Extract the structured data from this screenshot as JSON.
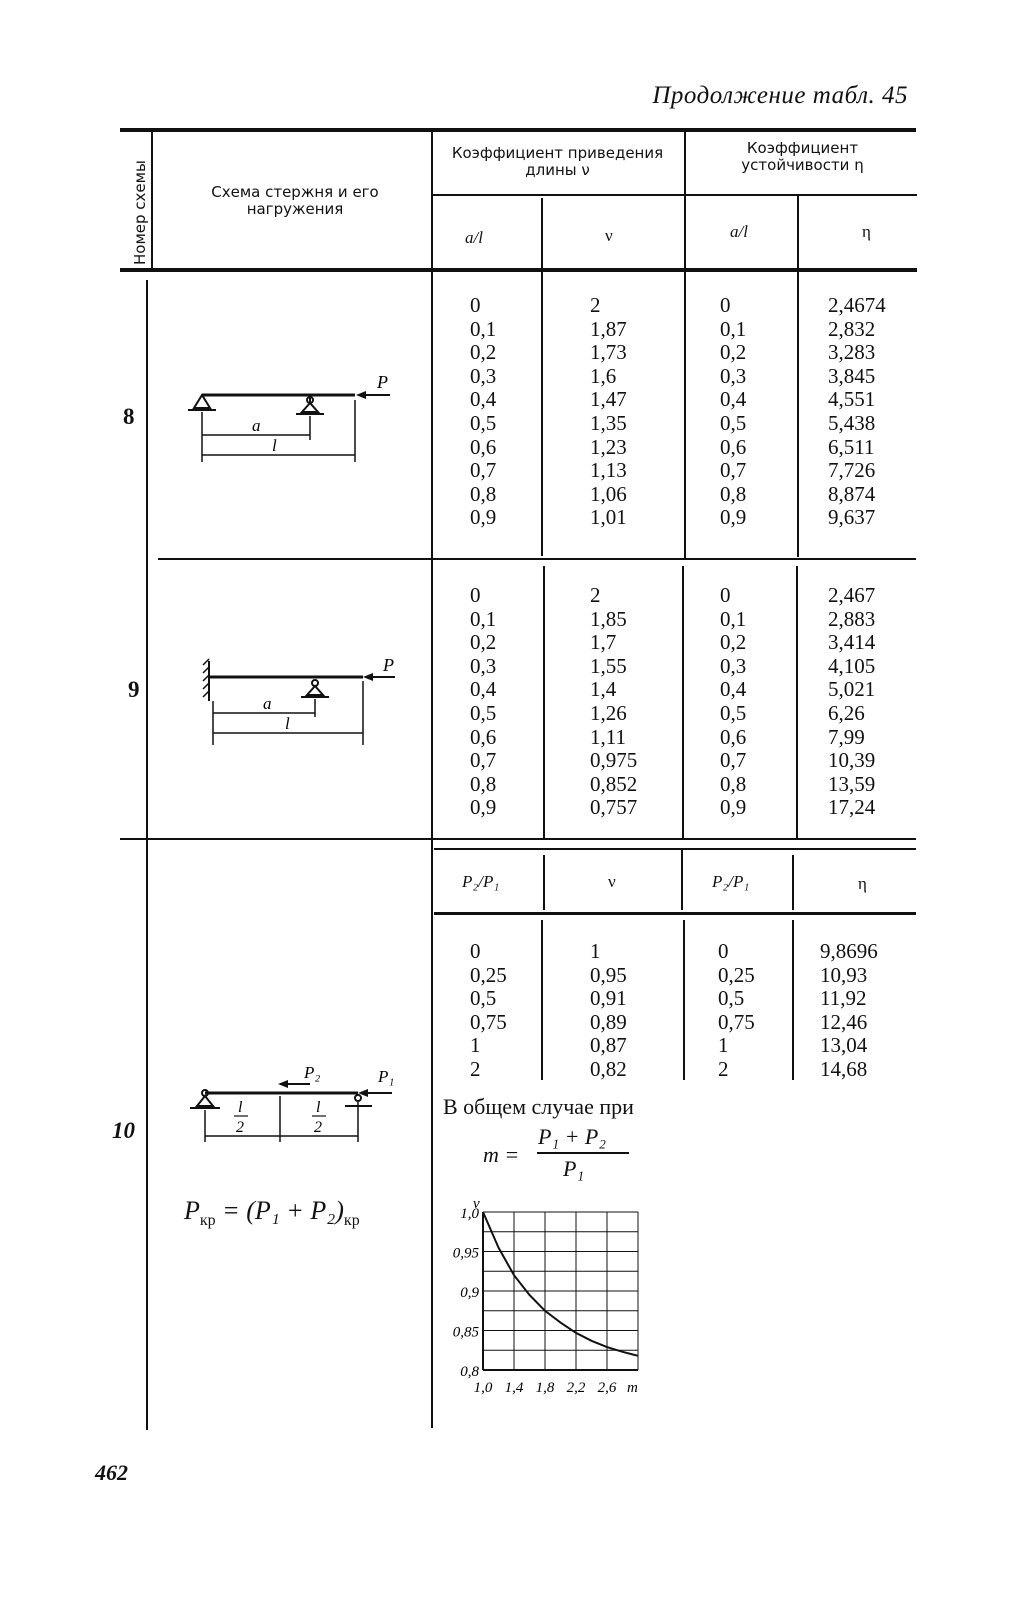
{
  "heading": "Продолжение табл. 45",
  "page_number": "462",
  "header": {
    "scheme_number": "Номер схемы",
    "scheme_desc": "Схема стержня и его нагружения",
    "length_coeff": "Коэффициент приведения длины ν",
    "stability_coeff": "Коэффициент устойчивости η",
    "col_a_l": "a/l",
    "col_nu": "ν",
    "col_a_l_2": "a/l",
    "col_eta": "η",
    "col_p_ratio": "P₂/P₁",
    "col_nu_b": "ν",
    "col_p_ratio_2": "P₂/P₁",
    "col_eta_b": "η"
  },
  "rows": [
    {
      "number": "8",
      "a_l": [
        "0",
        "0,1",
        "0,2",
        "0,3",
        "0,4",
        "0,5",
        "0,6",
        "0,7",
        "0,8",
        "0,9"
      ],
      "nu": [
        "2",
        "1,87",
        "1,73",
        "1,6",
        "1,47",
        "1,35",
        "1,23",
        "1,13",
        "1,06",
        "1,01"
      ],
      "a_l_2": [
        "0",
        "0,1",
        "0,2",
        "0,3",
        "0,4",
        "0,5",
        "0,6",
        "0,7",
        "0,8",
        "0,9"
      ],
      "eta": [
        "2,4674",
        "2,832",
        "3,283",
        "3,845",
        "4,551",
        "5,438",
        "6,511",
        "7,726",
        "8,874",
        "9,637"
      ],
      "labels": {
        "load": "P",
        "a": "a",
        "l": "l"
      }
    },
    {
      "number": "9",
      "a_l": [
        "0",
        "0,1",
        "0,2",
        "0,3",
        "0,4",
        "0,5",
        "0,6",
        "0,7",
        "0,8",
        "0,9"
      ],
      "nu": [
        "2",
        "1,85",
        "1,7",
        "1,55",
        "1,4",
        "1,26",
        "1,11",
        "0,975",
        "0,852",
        "0,757"
      ],
      "a_l_2": [
        "0",
        "0,1",
        "0,2",
        "0,3",
        "0,4",
        "0,5",
        "0,6",
        "0,7",
        "0,8",
        "0,9"
      ],
      "eta": [
        "2,467",
        "2,883",
        "3,414",
        "4,105",
        "5,021",
        "6,26",
        "7,99",
        "10,39",
        "13,59",
        "17,24"
      ],
      "labels": {
        "load": "P",
        "a": "a",
        "l": "l"
      }
    },
    {
      "number": "10",
      "p_ratio": [
        "0",
        "0,25",
        "0,5",
        "0,75",
        "1",
        "2"
      ],
      "nu": [
        "1",
        "0,95",
        "0,91",
        "0,89",
        "0,87",
        "0,82"
      ],
      "p_ratio_2": [
        "0",
        "0,25",
        "0,5",
        "0,75",
        "1",
        "2"
      ],
      "eta": [
        "9,8696",
        "10,93",
        "11,92",
        "12,46",
        "13,04",
        "14,68"
      ],
      "labels": {
        "p1": "P₁",
        "p2": "P₂",
        "half_l": "l",
        "two": "2"
      },
      "formula": "P",
      "formula_sub_left": "кр",
      "formula_mid": " = (P₁ + P₂)",
      "formula_sub_right": "кр",
      "note_line": "В общем случае при",
      "note_m": "m =",
      "note_num": "P₁ + P₂",
      "note_den": "P₁"
    }
  ],
  "chart_data": {
    "type": "line",
    "title": "",
    "xlabel": "m",
    "ylabel": "ν",
    "x_ticks": [
      "1,0",
      "1,4",
      "1,8",
      "2,2",
      "2,6"
    ],
    "y_ticks": [
      "1,0",
      "0,95",
      "0,9",
      "0,85",
      "0,8"
    ],
    "xlim": [
      1.0,
      3.0
    ],
    "ylim": [
      0.8,
      1.0
    ],
    "grid": true,
    "series": [
      {
        "x": [
          1.0,
          1.2,
          1.4,
          1.6,
          1.8,
          2.0,
          2.2,
          2.4,
          2.6,
          2.8,
          3.0
        ],
        "y": [
          1.0,
          0.955,
          0.92,
          0.895,
          0.875,
          0.86,
          0.847,
          0.837,
          0.829,
          0.823,
          0.818
        ]
      }
    ]
  }
}
